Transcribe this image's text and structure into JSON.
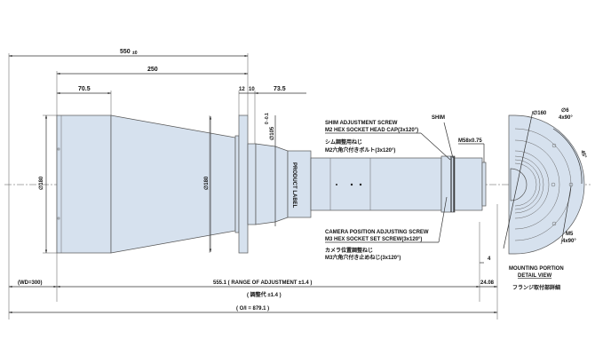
{
  "dimensions": {
    "overall_length": "550",
    "overall_length_tol": "±0",
    "body_length": "250",
    "front_length": "70.5",
    "flange_a": "12",
    "flange_b": "10",
    "rear_length": "73.5",
    "front_diameter": "∅180",
    "cone_diameter": "∅180",
    "rear_diameter": "∅105",
    "rear_diameter_tol": "0 -0.1",
    "working_distance": "(WD=300)",
    "adjust_range": "555.1 ( RANGE OF ADJUSTMENT ±1.4 )",
    "adjust_range_jp": "( 調整代 ±1.4 )",
    "back_focus": "24.08",
    "thread_offset": "4",
    "object_image": "( O/I = 879.1 )"
  },
  "labels": {
    "product_label": "PRODUCT LABEL",
    "shim": "SHIM",
    "thread": "M58x0.75",
    "shim_screw_1": "SHIM ADJUSTMENT SCREW",
    "shim_screw_2": "M2 HEX SOCKET HEAD CAP(3x120°)",
    "shim_screw_jp1": "シム調整用ねじ",
    "shim_screw_jp2": "M2六角穴付きボルト(3x120°)",
    "cam_screw_1": "CAMERA POSITION ADJUSTING SCREW",
    "cam_screw_2": "M3 HEX SOCKET SET SCREW(3x120°)",
    "cam_screw_jp1": "カメラ位置調整ねじ",
    "cam_screw_jp2": "M3六角穴付き止めねじ(3x120°)"
  },
  "detail_view": {
    "diameter": "∅160",
    "hole_dia": "∅6",
    "hole_pattern": "4x90°",
    "angle": "45°",
    "tap": "M5",
    "tap_pattern": "4x90°",
    "title_1": "MOUNTING PORTION",
    "title_2": "DETAIL VIEW",
    "title_jp": "フランジ取付部詳細"
  },
  "colors": {
    "body": "#d6e1ee",
    "line": "#555555"
  }
}
